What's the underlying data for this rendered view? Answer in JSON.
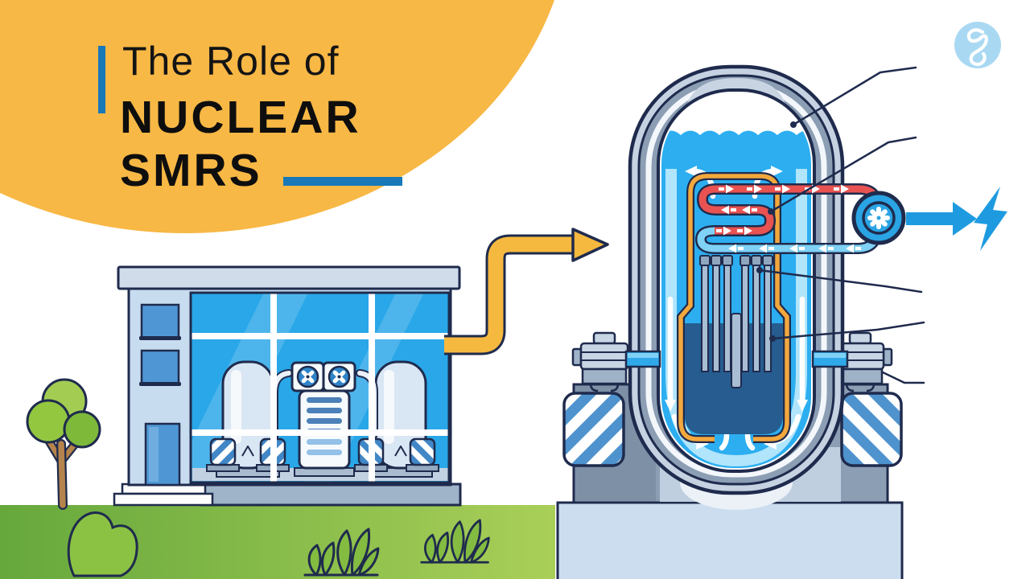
{
  "title": {
    "line1": "The Role of",
    "line2": "NUCLEAR",
    "line3": "SMRS"
  },
  "brand": {
    "logo_icon": "script-monogram-logo-icon"
  },
  "colors": {
    "blob_orange": "#F8B845",
    "accent_blue": "#1878B8",
    "outline_navy": "#1F2B4D",
    "water_blue": "#2CAEF0",
    "core_dark_blue": "#265C8F",
    "hot_pipe_red": "#E85352",
    "cold_pipe_blue": "#7FD2F5",
    "riser_orange": "#F3A83D",
    "electricity_blue": "#1E9BE0",
    "grass_green_left": "#66A83C",
    "grass_green_right": "#A9CF58",
    "logo_circle_blue": "#A9D9F2"
  },
  "icons": [
    "script-monogram-logo-icon",
    "turbine-fan-icon",
    "ventilation-fan-icon",
    "lightning-bolt-icon",
    "energy-flow-arrow-icon",
    "transfer-arrow-icon"
  ],
  "callout_lines": 5
}
